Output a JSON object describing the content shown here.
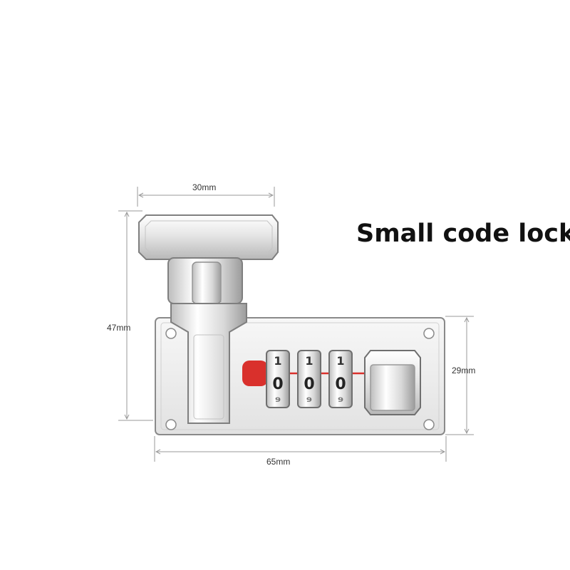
{
  "title": "Small code lock",
  "dimensions": {
    "top_width": "30mm",
    "total_height": "47mm",
    "body_height": "29mm",
    "body_width": "65mm"
  },
  "dials": [
    {
      "top": "1",
      "main": "0",
      "bottom": "9"
    },
    {
      "top": "1",
      "main": "0",
      "bottom": "9"
    },
    {
      "top": "1",
      "main": "0",
      "bottom": "9"
    }
  ],
  "colors": {
    "dimension_line": "#9a9a9a",
    "metal_light": "#f4f4f4",
    "metal_dark": "#8f8f8f",
    "red_marker": "#d9302c",
    "title_text": "#111111"
  },
  "icons": {
    "product": "combination-lock-illustration"
  }
}
